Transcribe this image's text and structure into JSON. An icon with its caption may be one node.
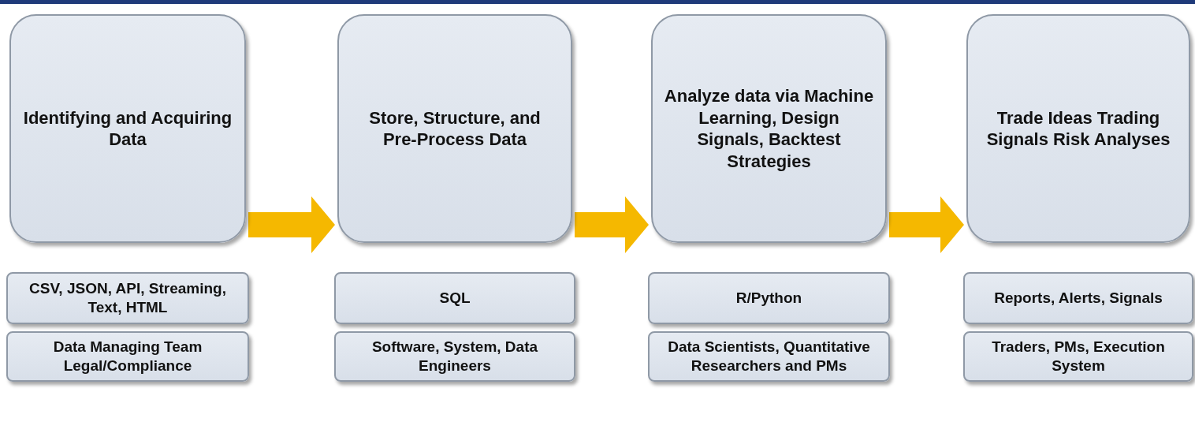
{
  "diagram": {
    "nodes": [
      {
        "text": [
          "Identifying and Acquiring Data"
        ]
      },
      {
        "text": [
          "CSV, JSON, API, Streaming, Text, HTML"
        ]
      },
      {
        "text": [
          "Data Managing Team Legal/Compliance"
        ]
      },
      {
        "text": [
          "Store, Structure, and Pre-Process Data"
        ]
      },
      {
        "text": [
          "SQL"
        ]
      },
      {
        "text": [
          "Software, System, Data Engineers"
        ]
      },
      {
        "text": [
          "Analyze data via Machine Learning, Design Signals, Backtest Strategies"
        ]
      },
      {
        "text": [
          "R/Python"
        ]
      },
      {
        "text": [
          "Data Scientists, Quantitative Researchers and PMs"
        ]
      },
      {
        "text": [
          "Trade Ideas Trading Signals Risk Analyses"
        ]
      },
      {
        "text": [
          "Reports, Alerts, Signals"
        ]
      },
      {
        "text": [
          "Traders, PMs, Execution System"
        ]
      }
    ],
    "edges": [
      {
        "from": 0,
        "to": 3,
        "arrow": "to",
        "color": "#f5b800"
      },
      {
        "from": 3,
        "to": 6,
        "arrow": "to",
        "color": "#f5b800"
      },
      {
        "from": 6,
        "to": 9,
        "arrow": "to",
        "color": "#f5b800"
      }
    ]
  }
}
